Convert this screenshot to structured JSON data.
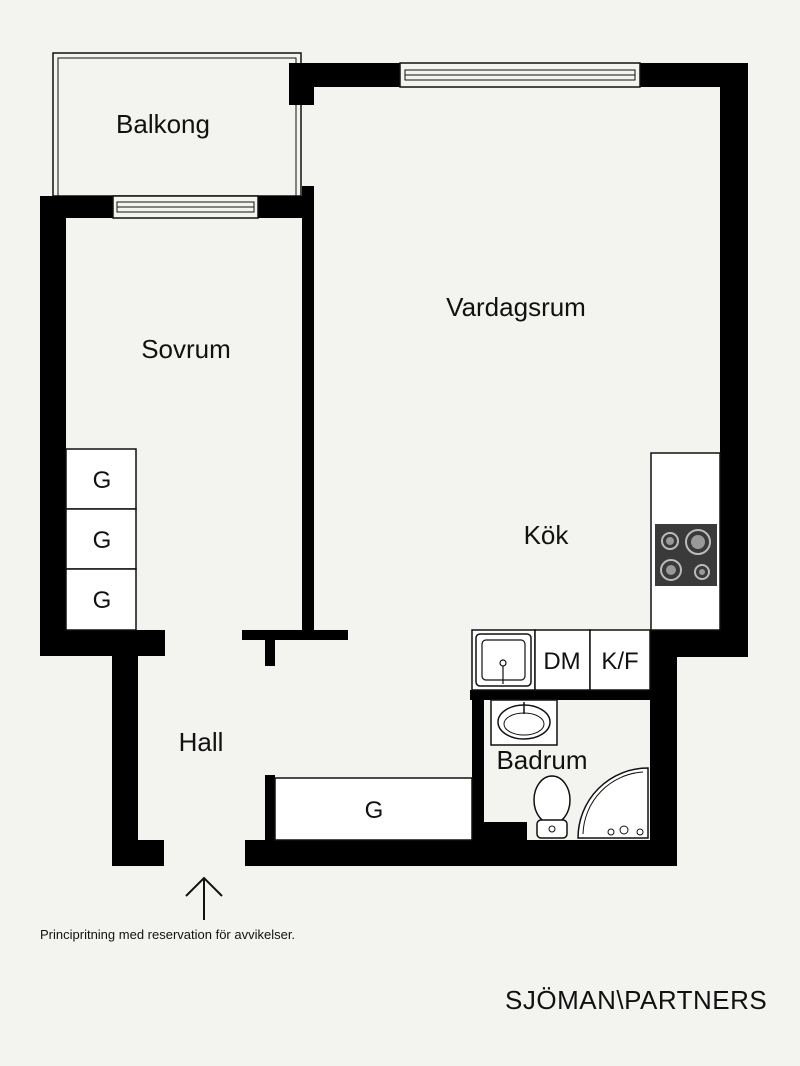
{
  "rooms": {
    "balcony": "Balkong",
    "bedroom": "Sovrum",
    "living": "Vardagsrum",
    "kitchen": "Kök",
    "hall": "Hall",
    "bathroom": "Badrum"
  },
  "fixtures": {
    "wardrobe": "G",
    "dishwasher": "DM",
    "fridge_freezer": "K/F"
  },
  "icons": [
    "stove-icon",
    "sink-icon",
    "washbasin-icon",
    "toilet-icon",
    "shower-icon",
    "entrance-arrow-icon"
  ],
  "colors": {
    "wall": "#000000",
    "background": "#f3f3ef",
    "fixture": "#ffffff",
    "stove": "#3a3a3a"
  },
  "disclaimer": "Principritning med reservation för avvikelser.",
  "brand": "SJÖMAN\\PARTNERS"
}
